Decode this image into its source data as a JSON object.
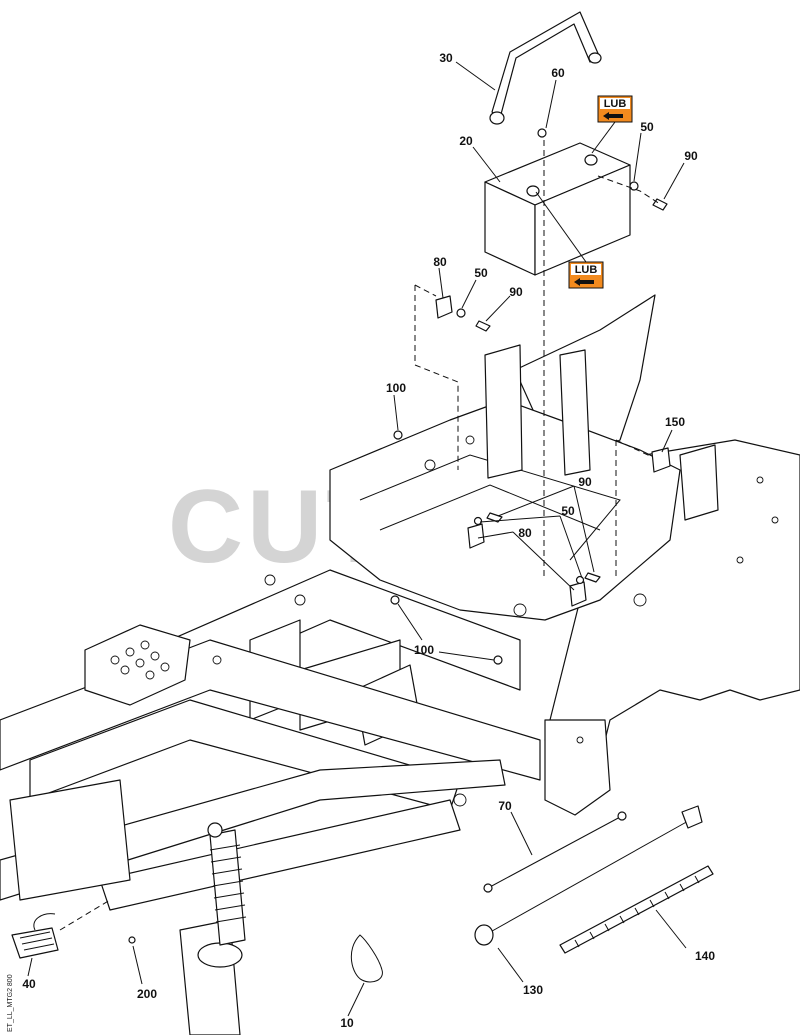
{
  "watermark": "CUTTERS",
  "drawing_code": "ET_LL_MTG2 800",
  "lub_badge": "LUB",
  "callouts": [
    "30",
    "60",
    "20",
    "50",
    "90",
    "80",
    "50",
    "90",
    "100",
    "150",
    "90",
    "50",
    "80",
    "100",
    "70",
    "140",
    "130",
    "40",
    "200",
    "10"
  ]
}
